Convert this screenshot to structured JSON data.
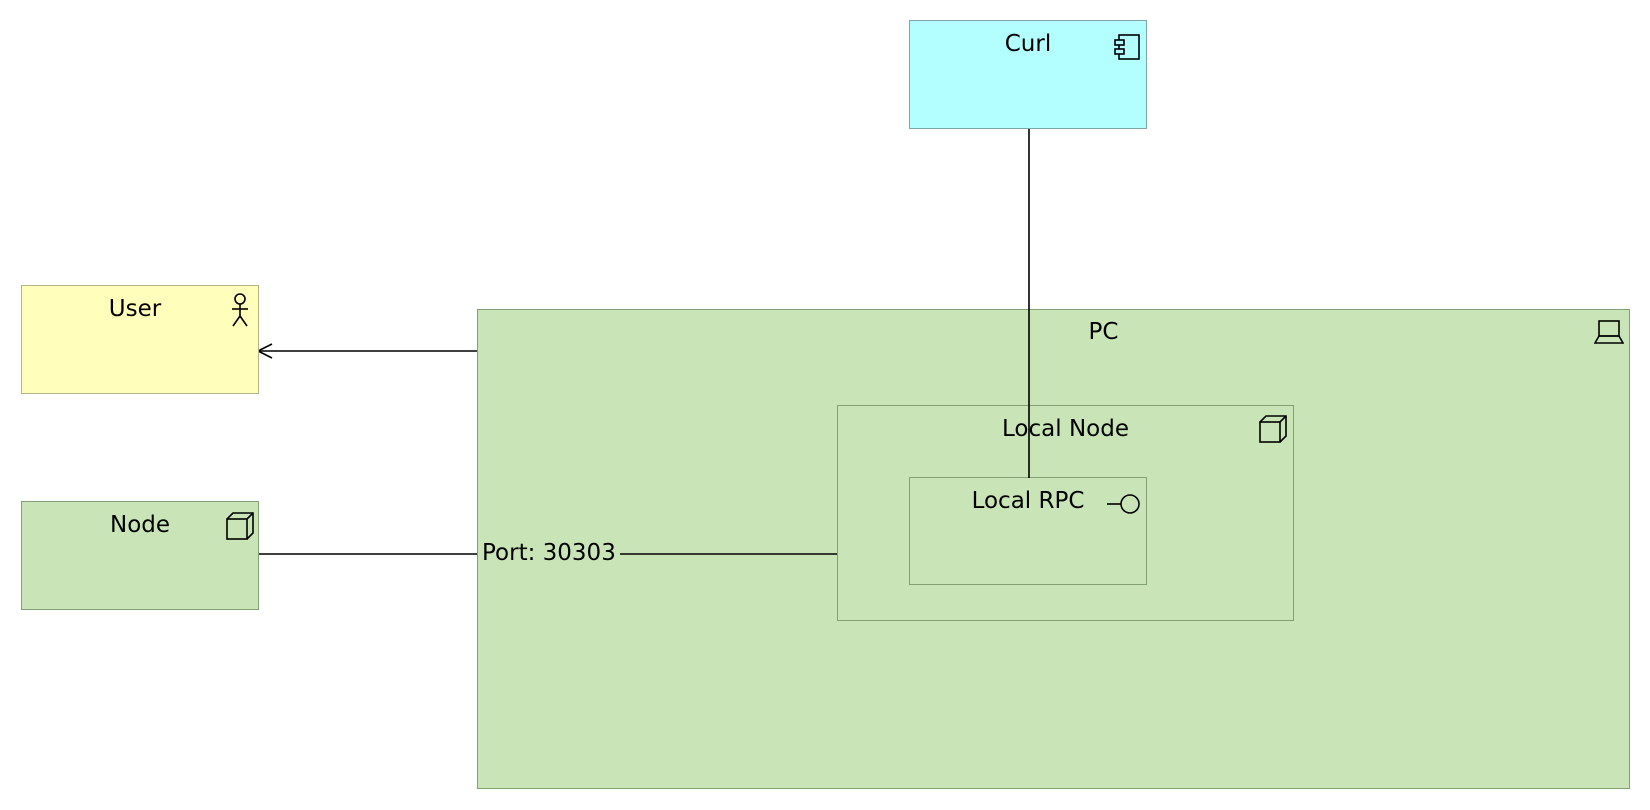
{
  "nodes": {
    "curl": {
      "label": "Curl",
      "icon": "component-icon",
      "fill": "#b3ffff",
      "stroke": "#7fa6a6"
    },
    "user": {
      "label": "User",
      "icon": "actor-icon",
      "fill": "#ffffbb",
      "stroke": "#b5b584"
    },
    "node": {
      "label": "Node",
      "icon": "node-cube-icon",
      "fill": "#c9e5b7",
      "stroke": "#82a173"
    },
    "pc": {
      "label": "PC",
      "icon": "device-laptop-icon",
      "fill": "#c9e5b7",
      "stroke": "#82a173"
    },
    "local_node": {
      "label": "Local Node",
      "icon": "node-cube-icon",
      "fill": "#c9e5b7",
      "stroke": "#82a173"
    },
    "local_rpc": {
      "label": "Local RPC",
      "icon": "interface-icon",
      "fill": "#c9e5b7",
      "stroke": "#82a173"
    }
  },
  "edges": {
    "node_to_local_node": {
      "label": "Port: 30303"
    }
  }
}
